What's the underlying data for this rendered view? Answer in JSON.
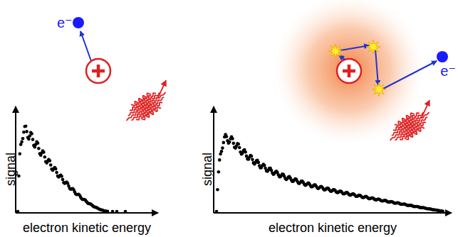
{
  "diagram": {
    "labels": [
      "e⁻",
      "signal",
      "electron kinetic energy",
      "e⁻",
      "signal",
      "electron kinetic energy"
    ]
  }
}
